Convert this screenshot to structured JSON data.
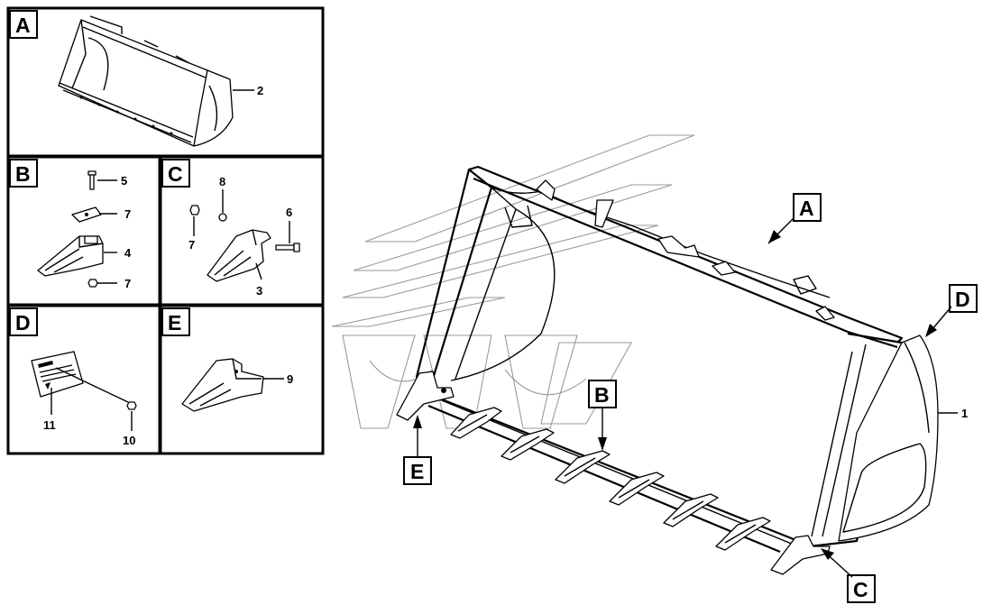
{
  "views": {
    "A": {
      "letter": "A",
      "parts": [
        "2"
      ]
    },
    "B": {
      "letter": "B",
      "parts": [
        "5",
        "7",
        "4",
        "7"
      ]
    },
    "C": {
      "letter": "C",
      "parts": [
        "8",
        "6",
        "7",
        "3"
      ]
    },
    "D": {
      "letter": "D",
      "parts": [
        "11",
        "10"
      ]
    },
    "E": {
      "letter": "E",
      "parts": [
        "9"
      ]
    }
  },
  "main": {
    "part": "1",
    "callouts": [
      "A",
      "B",
      "C",
      "D",
      "E"
    ]
  }
}
